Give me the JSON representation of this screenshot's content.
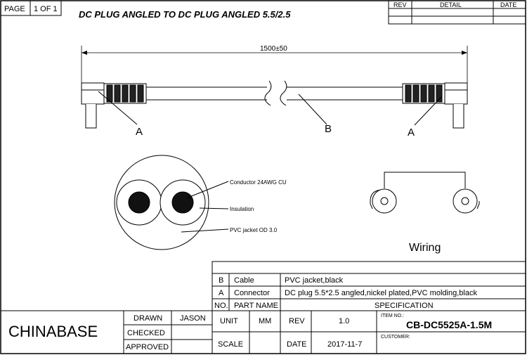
{
  "header": {
    "page_label": "PAGE",
    "page_value": "1 OF 1",
    "title": "DC PLUG ANGLED TO DC PLUG ANGLED 5.5/2.5"
  },
  "revision_table": {
    "headers": [
      "REV",
      "DETAIL",
      "DATE"
    ]
  },
  "drawing": {
    "length_dim": "1500±50",
    "callout_a_left": "A",
    "callout_b": "B",
    "callout_a_right": "A"
  },
  "cross_section": {
    "conductor_label": "Conductor 24AWG CU",
    "insulation_label": "Insulation",
    "jacket_label": "PVC jacket OD 3.0"
  },
  "wiring": {
    "label": "Wiring"
  },
  "bom": {
    "rows": [
      {
        "no": "B",
        "part": "Cable",
        "spec": "PVC jacket,black"
      },
      {
        "no": "A",
        "part": "Connector",
        "spec": "DC plug 5.5*2.5 angled,nickel plated,PVC molding,black"
      }
    ],
    "header": {
      "no": "NO.",
      "part": "PART NAME",
      "spec": "SPECIFICATION"
    }
  },
  "title_block": {
    "company": "CHINABASE",
    "drawn_label": "DRAWN",
    "drawn_value": "JASON",
    "checked_label": "CHECKED",
    "approved_label": "APPROVED",
    "unit_label": "UNIT",
    "unit_value": "MM",
    "rev_label": "REV",
    "rev_value": "1.0",
    "scale_label": "SCALE",
    "date_label": "DATE",
    "date_value": "2017-11-7",
    "item_no_label": "ITEM NO.:",
    "item_no_value": "CB-DC5525A-1.5M",
    "customer_label": "CUSTOMER:"
  }
}
